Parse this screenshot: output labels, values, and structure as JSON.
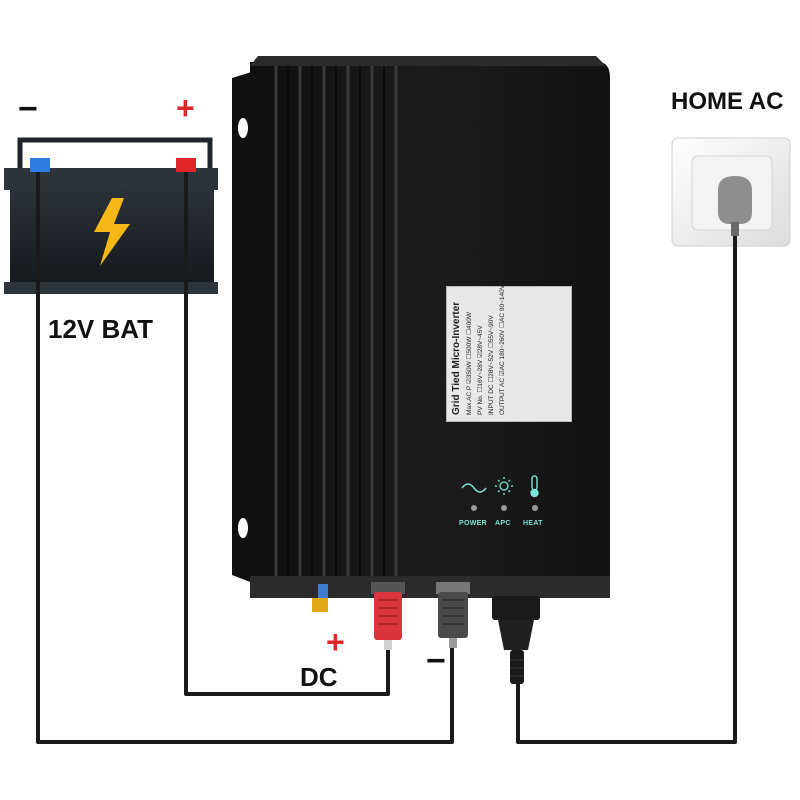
{
  "labels": {
    "home_ac": "HOME AC",
    "battery": "12V BAT",
    "dc": "DC",
    "battery_negative": "−",
    "battery_positive": "+",
    "dc_positive": "+",
    "dc_negative": "−"
  },
  "inverter": {
    "sticker_title": "Grid Tied Micro-Inverter",
    "sticker_lines": [
      "Max.AC P ☑350W ☐500W ☐400W",
      "PV No. ☐16V~28V ☑28V~45V",
      "INPUT DC ☐28V~52V ☐55V~90V",
      "OUTPUT AC ☑AC 180~260V ☐AC 90~140V"
    ],
    "led_labels": [
      "POWER",
      "APC",
      "HEAT"
    ]
  },
  "colors": {
    "positive_sign": "#e0262b",
    "negative_sign": "#111111",
    "wire": "#1a1a1a",
    "inverter_body": "#1c1c1e",
    "battery_body": "#20252b",
    "bolt": "#f5b817",
    "led_label": "#7be3d6"
  },
  "icons": [
    "lightning-bolt-icon",
    "power-wave-icon",
    "apc-sun-icon",
    "heat-thermometer-icon",
    "ce-mark-icon",
    "recycle-icon",
    "weee-bin-icon",
    "warning-icon"
  ]
}
